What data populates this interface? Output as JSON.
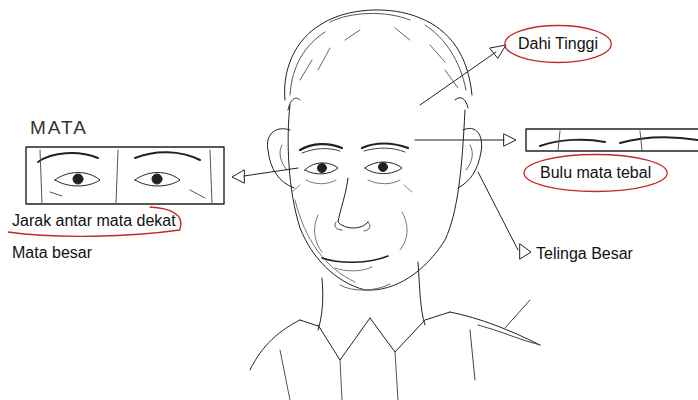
{
  "diagram": {
    "labels": [
      "MATA",
      "Dahi Tinggi",
      "Bulu mata tebal",
      "Jarak antar mata dekat",
      "Mata besar",
      "Telinga Besar"
    ]
  }
}
